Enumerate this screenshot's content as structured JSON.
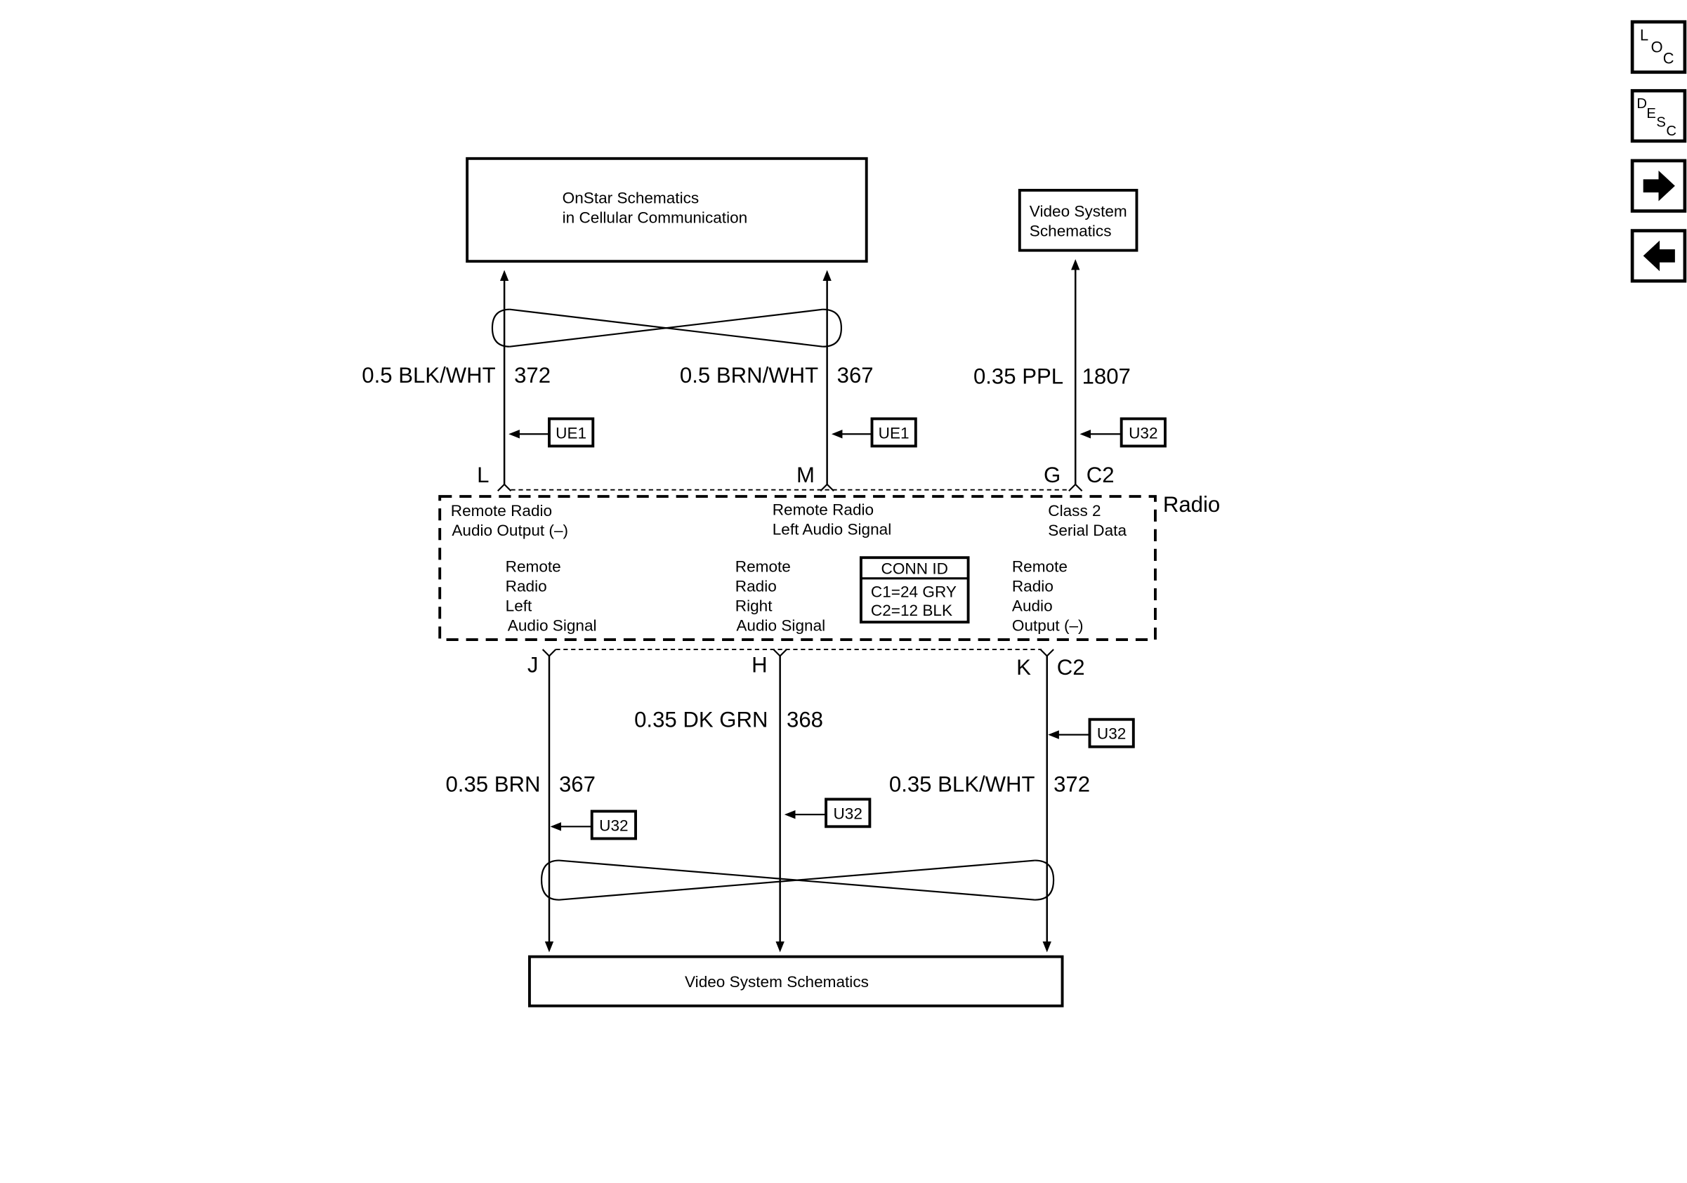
{
  "nav": {
    "loc": [
      "L",
      "O",
      "C"
    ],
    "desc": [
      "D",
      "E",
      "S",
      "C"
    ],
    "next": "right-arrow-icon",
    "prev": "left-arrow-icon"
  },
  "blocks": {
    "onstar": [
      "OnStar Schematics",
      "in Cellular Communication"
    ],
    "video_top": [
      "Video System",
      "Schematics"
    ],
    "video_bottom": "Video System Schematics"
  },
  "radio": {
    "name": "Radio",
    "top_desc": {
      "left": [
        "Remote Radio",
        "Audio Output (–)"
      ],
      "mid": [
        "Remote Radio",
        "Left Audio Signal"
      ],
      "right": [
        "Class 2",
        "Serial Data"
      ]
    },
    "bottom_desc": {
      "left": [
        "Remote",
        "Radio",
        "Left",
        "Audio Signal"
      ],
      "mid": [
        "Remote",
        "Radio",
        "Right",
        "Audio Signal"
      ],
      "right": [
        "Remote",
        "Radio",
        "Audio",
        "Output (–)"
      ]
    },
    "conn_id": {
      "title": "CONN ID",
      "lines": [
        "C1=24 GRY",
        "C2=12 BLK"
      ]
    }
  },
  "top_wires": [
    {
      "pin": "L",
      "color": "0.5 BLK/WHT",
      "circuit": "372",
      "option": "UE1"
    },
    {
      "pin": "M",
      "color": "0.5 BRN/WHT",
      "circuit": "367",
      "option": "UE1"
    },
    {
      "pin": "G",
      "connector": "C2",
      "color": "0.35 PPL",
      "circuit": "1807",
      "option": "U32"
    }
  ],
  "bottom_wires": [
    {
      "pin": "J",
      "color": "0.35 BRN",
      "circuit": "367",
      "option": "U32"
    },
    {
      "pin": "H",
      "color": "0.35 DK GRN",
      "circuit": "368",
      "option": "U32"
    },
    {
      "pin": "K",
      "connector": "C2",
      "color": "0.35 BLK/WHT",
      "circuit": "372",
      "option": "U32"
    }
  ]
}
